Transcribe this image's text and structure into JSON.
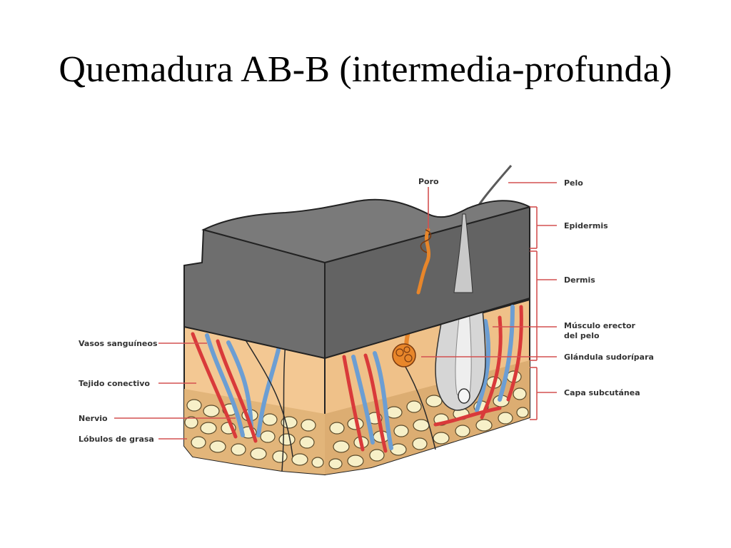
{
  "slide": {
    "title": "Quemadura AB-B (intermedia-profunda)"
  },
  "labels": {
    "poro": "Poro",
    "pelo": "Pelo",
    "epidermis": "Epidermis",
    "dermis": "Dermis",
    "musculo_line1": "Músculo erector",
    "musculo_line2": "del pelo",
    "glandula": "Glándula sudorípara",
    "capa": "Capa subcutánea",
    "vasos": "Vasos sanguíneos",
    "tejido": "Tejido conectivo",
    "nervio": "Nervio",
    "lobulos": "Lóbulos de grasa"
  },
  "colors": {
    "burned_layer": "#6e6e6e",
    "burned_side": "#636363",
    "dermis_tissue": "#f3c893",
    "subcutaneous": "#e2b57a",
    "fat_lobule": "#f7f0c8",
    "artery": "#d93a3a",
    "vein": "#6c9ed3",
    "gland": "#e8862a",
    "hair": "#d6d6d6",
    "label_line": "#d45050"
  }
}
